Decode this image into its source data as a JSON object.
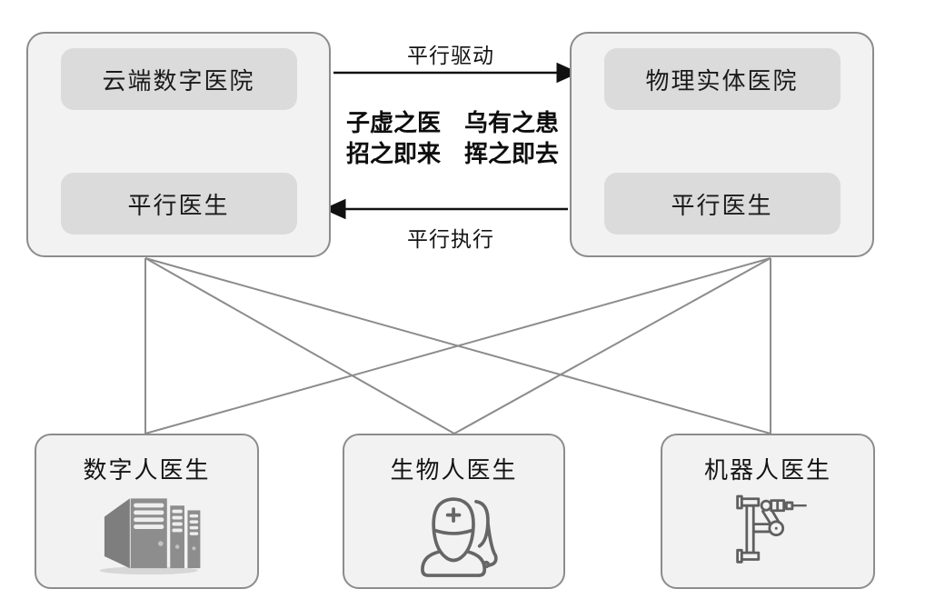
{
  "diagram_title": "parallel-hospital-architecture",
  "cloud_hospital": {
    "title": "云端数字医院",
    "doctor": "平行医生"
  },
  "physical_hospital": {
    "title": "物理实体医院",
    "doctor": "平行医生"
  },
  "flows": {
    "drive_label": "平行驱动",
    "execute_label": "平行执行"
  },
  "motto": {
    "line1": "子虚之医　乌有之患",
    "line2": "招之即来　挥之即去"
  },
  "doctors": [
    {
      "label": "数字人医生",
      "icon": "server-rack-icon"
    },
    {
      "label": "生物人医生",
      "icon": "human-doctor-icon"
    },
    {
      "label": "机器人医生",
      "icon": "robot-arm-icon"
    }
  ],
  "colors": {
    "box_fill": "#f2f2f2",
    "box_border": "#8c8c8c",
    "inner_fill": "#dbdbdb",
    "gray_line": "#8c8c8c",
    "black_arrow": "#111111",
    "text": "#141414",
    "icon_stroke": "#616161",
    "icon_fill": "#8d8d8d"
  }
}
